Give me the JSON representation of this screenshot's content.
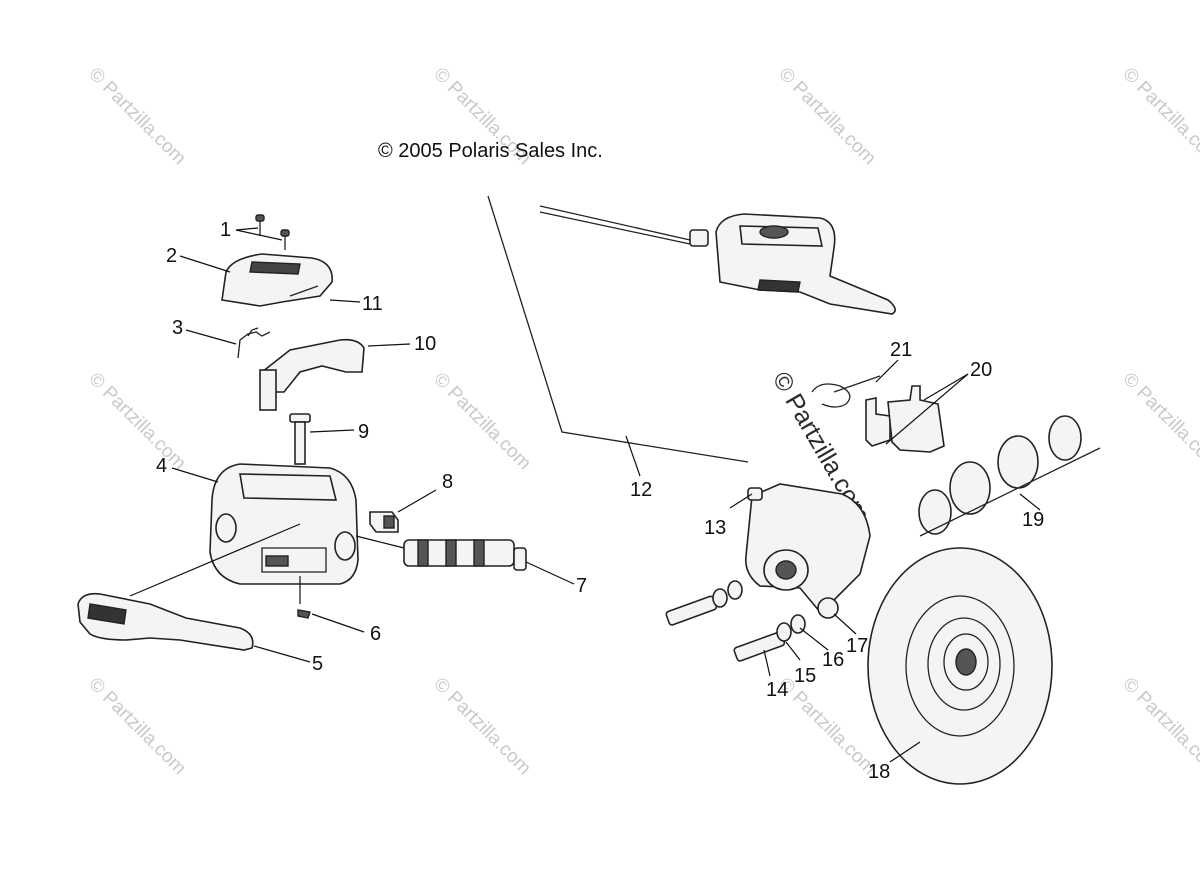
{
  "copyright": "© 2005 Polaris Sales Inc.",
  "watermark": "© Partzilla.com",
  "callouts": [
    "1",
    "2",
    "3",
    "4",
    "5",
    "6",
    "7",
    "8",
    "9",
    "10",
    "11",
    "12",
    "13",
    "14",
    "15",
    "16",
    "17",
    "18",
    "19",
    "20",
    "21"
  ],
  "colors": {
    "line": "#222222",
    "background": "#ffffff",
    "watermark": "#c9c9c9"
  }
}
